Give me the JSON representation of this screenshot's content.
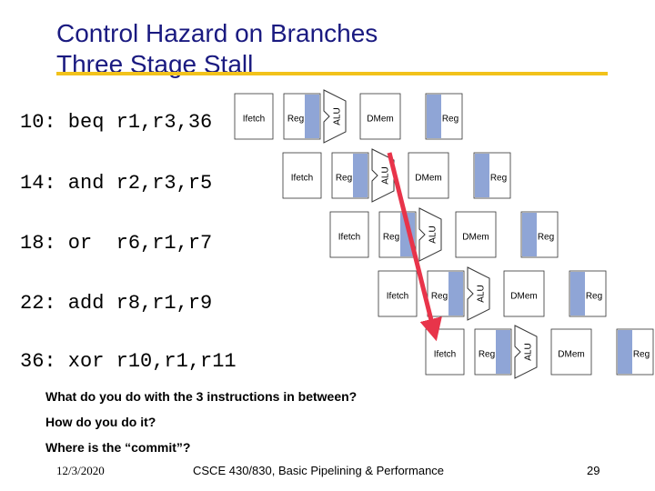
{
  "slide": {
    "title_line1": "Control Hazard on Branches",
    "title_line2": "Three Stage Stall",
    "accent_color": "#f2c21b",
    "title_color": "#1a1a80",
    "arrow_color": "#e8344a"
  },
  "instructions": [
    {
      "text": "10: beq r1,r3,36"
    },
    {
      "text": "14: and r2,r3,r5"
    },
    {
      "text": "18: or  r6,r1,r7"
    },
    {
      "text": "22: add r8,r1,r9"
    },
    {
      "text": "36: xor r10,r1,r11"
    }
  ],
  "stages": {
    "ifetch": "Ifetch",
    "reg": "Reg",
    "alu": "ALU",
    "dmem": "DMem",
    "reg_write": "Reg"
  },
  "questions": [
    "What do you do with the 3 instructions in between?",
    "How do you do it?",
    "Where is the “commit”?"
  ],
  "footer": {
    "date": "12/3/2020",
    "course": "CSCE 430/830, Basic Pipelining & Performance",
    "page": "29"
  }
}
